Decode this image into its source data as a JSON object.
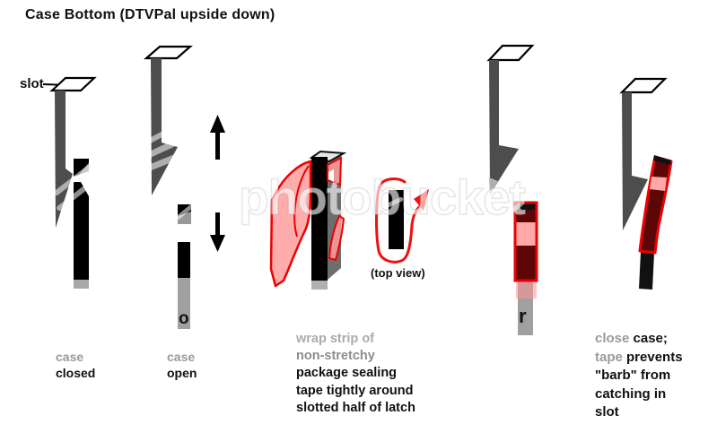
{
  "title": "Case Bottom (DTVPal upside down)",
  "annotations": {
    "slot": "slot",
    "top_view": "(top view)"
  },
  "watermark": {
    "brand": "photobucket",
    "stray_letter_over_open_bar": "o",
    "stray_letter_over_taped_bar": "r"
  },
  "captions": {
    "case_closed": {
      "l1": "case",
      "l2": "closed"
    },
    "case_open": {
      "l1": "case",
      "l2": "open"
    },
    "wrap": {
      "l1": "wrap strip of",
      "l2": "non-stretchy",
      "l3": "package sealing",
      "l4": "tape tightly around",
      "l5": "slotted half of latch"
    },
    "close": {
      "l1a": "close ",
      "l1b": "case;",
      "l2a": "tape ",
      "l2b": "prevents",
      "l3": "\"barb\" from",
      "l4": "catching in",
      "l5": "slot"
    }
  },
  "colors": {
    "hook_gray": "#4d4d4d",
    "bar_black": "#000000",
    "tip_gray": "#a8a8a8",
    "tape_pink": "#ff9d9d",
    "tape_red_outline": "#ee0000",
    "taped_dark_red": "#5c0606",
    "faded_text": "#9a9a9a"
  }
}
